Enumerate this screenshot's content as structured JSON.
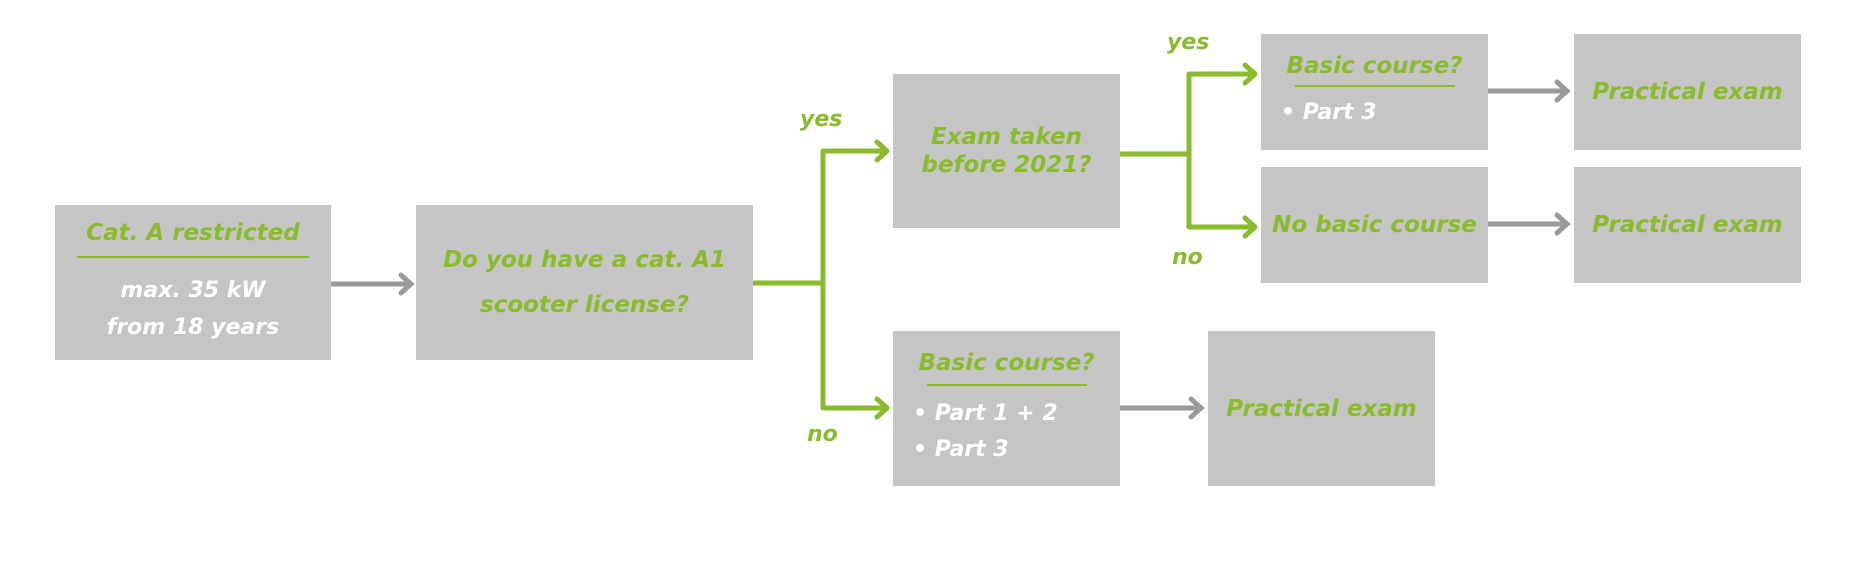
{
  "colors": {
    "box": "#c5c5c5",
    "accent": "#8abb2c",
    "arrow_gray": "#9a9a9a",
    "text_white": "#ffffff"
  },
  "nodes": {
    "start": {
      "title": "Cat. A restricted",
      "lines": [
        "max. 35 kW",
        "from 18 years"
      ]
    },
    "question": {
      "line1": "Do you have a cat. A1",
      "line2": "scooter license?"
    },
    "exam_before": {
      "line1": "Exam taken",
      "line2": "before 2021?"
    },
    "basic_top": {
      "title": "Basic course?",
      "bullets": [
        "• Part 3"
      ]
    },
    "no_basic": {
      "title": "No basic course"
    },
    "basic_bottom": {
      "title": "Basic course?",
      "bullets": [
        "• Part 1 + 2",
        "• Part 3"
      ]
    },
    "practical_1": {
      "title": "Practical exam"
    },
    "practical_2": {
      "title": "Practical exam"
    },
    "practical_3": {
      "title": "Practical exam"
    }
  },
  "labels": {
    "yes_1": "yes",
    "no_1": "no",
    "yes_2": "yes",
    "no_2": "no"
  }
}
